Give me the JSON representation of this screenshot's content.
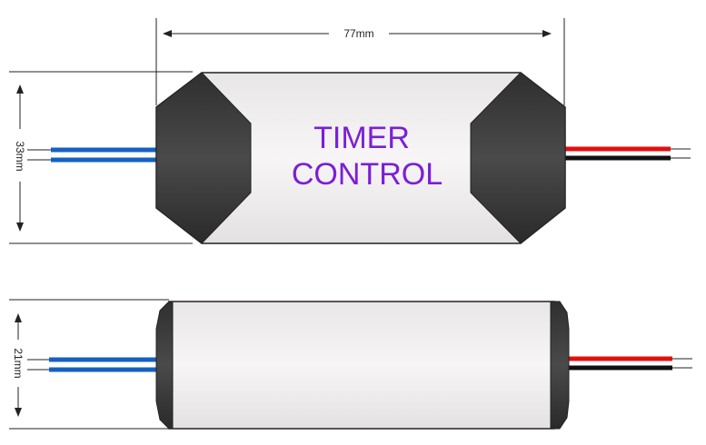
{
  "colors": {
    "background": "#ffffff",
    "label": "#7a1fd6",
    "cap_dark": "#3a3a3a",
    "body_light": "#f2eff0",
    "wire_blue": "#1560c4",
    "wire_red": "#e01010",
    "wire_black": "#111111",
    "dimension_line": "#222222"
  },
  "top_view": {
    "label_line1": "TIMER",
    "label_line2": "CONTROL",
    "width_dimension": "77mm",
    "height_dimension": "33mm"
  },
  "side_view": {
    "height_dimension": "21mm"
  },
  "wires": {
    "left": [
      "blue",
      "blue"
    ],
    "right": [
      "red",
      "black"
    ]
  }
}
